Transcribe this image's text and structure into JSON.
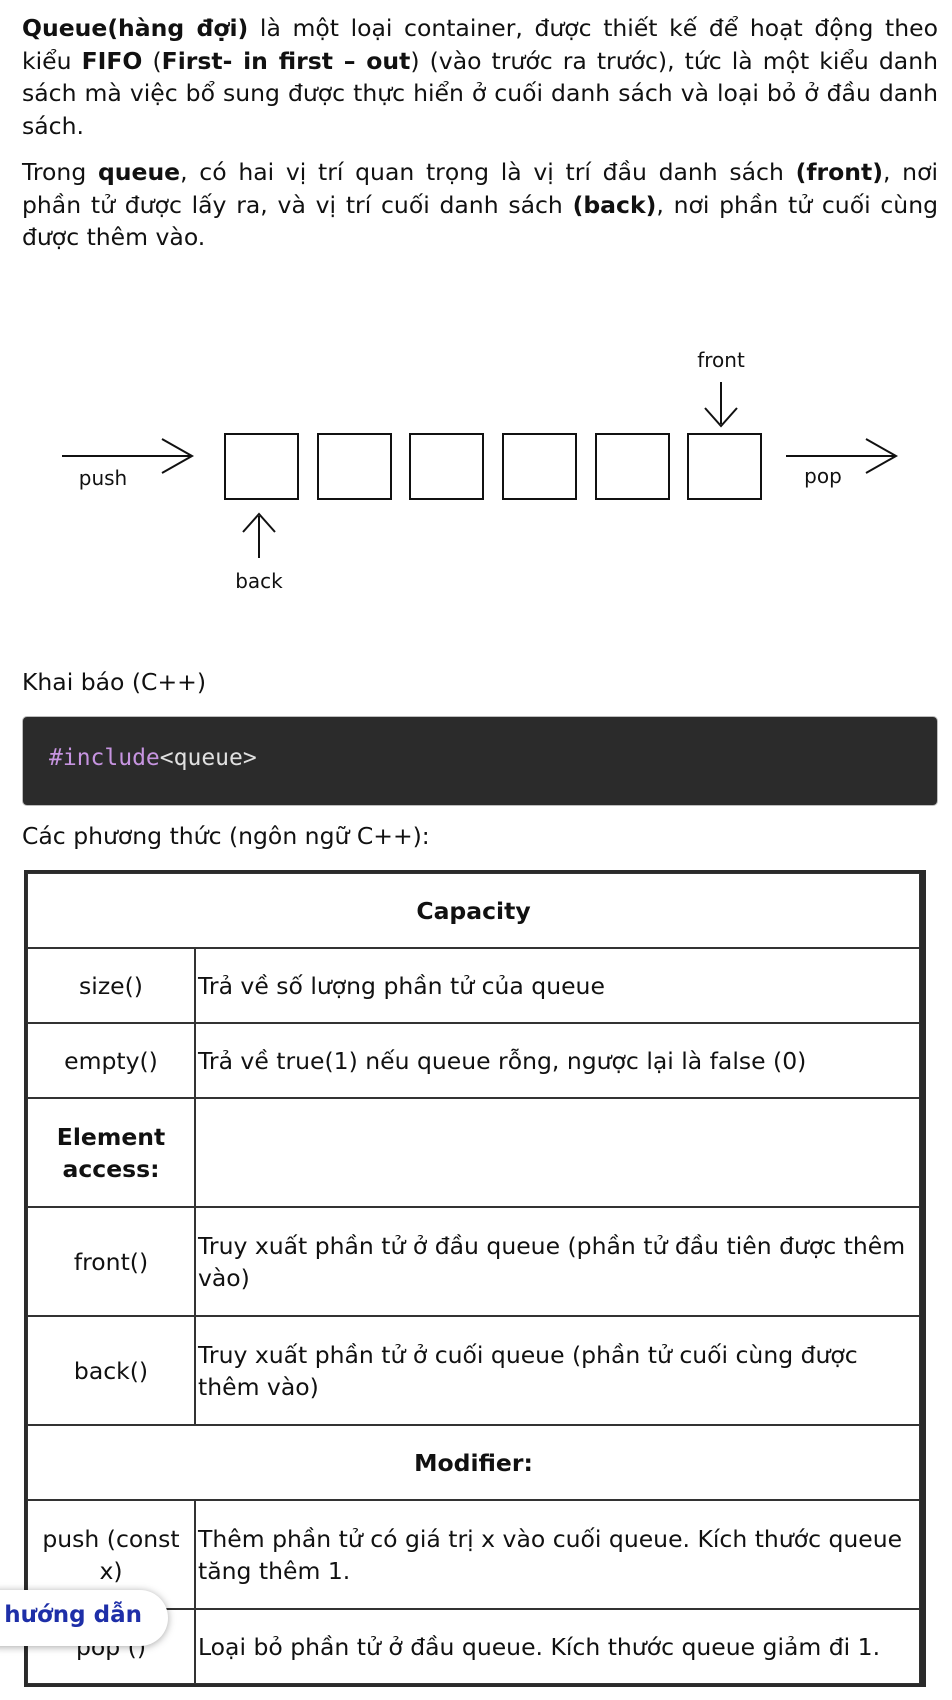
{
  "intro": {
    "p1": {
      "t1": "Queue(hàng đợi)",
      "t2": " là một loại container, được thiết kế để hoạt động theo kiểu ",
      "t3": "FIFO",
      "t4": " (",
      "t5": "First- in first – out",
      "t6": ") (vào trước ra trước), tức là một kiểu danh sách mà việc bổ sung được thực hiển ở cuối danh sách và loại bỏ ở đầu danh sách."
    },
    "p2": {
      "t1": "Trong ",
      "t2": "queue",
      "t3": ", có hai vị trí quan trọng là vị trí đầu danh sách ",
      "t4": "(front)",
      "t5": ", nơi phần tử được lấy ra, và vị trí cuối danh sách ",
      "t6": "(back)",
      "t7": ", nơi phần tử cuối cùng được thêm vào."
    }
  },
  "diagram": {
    "front": "front",
    "push": "push",
    "pop": "pop",
    "back": "back"
  },
  "declaration_label": "Khai báo (C++)",
  "code": {
    "keyword": "#include",
    "header": "<queue>"
  },
  "methods_label": "Các phương thức (ngôn ngữ C++):",
  "table": {
    "capacity": "Capacity",
    "size": {
      "name": "size()",
      "desc": "Trả về số lượng phần tử của queue"
    },
    "empty": {
      "name": "empty()",
      "desc": "Trả về true(1) nếu queue rỗng, ngược lại là false (0)"
    },
    "element_access": "Element access:",
    "front": {
      "name": "front()",
      "desc": "Truy xuất phần tử ở đầu queue (phần tử đầu tiên được thêm vào)"
    },
    "back": {
      "name": "back()",
      "desc": "Truy xuất phần tử ở cuối queue (phần tử cuối cùng được thêm vào)"
    },
    "modifier": "Modifier:",
    "push": {
      "name": "push (const x)",
      "desc": "Thêm phần tử có giá trị x vào cuối queue. Kích thước queue tăng thêm 1."
    },
    "pop": {
      "name": "pop ()",
      "desc": "Loại bỏ phần tử ở đầu queue. Kích thước queue giảm đi 1."
    }
  },
  "guide_button": "n hướng dẫn"
}
